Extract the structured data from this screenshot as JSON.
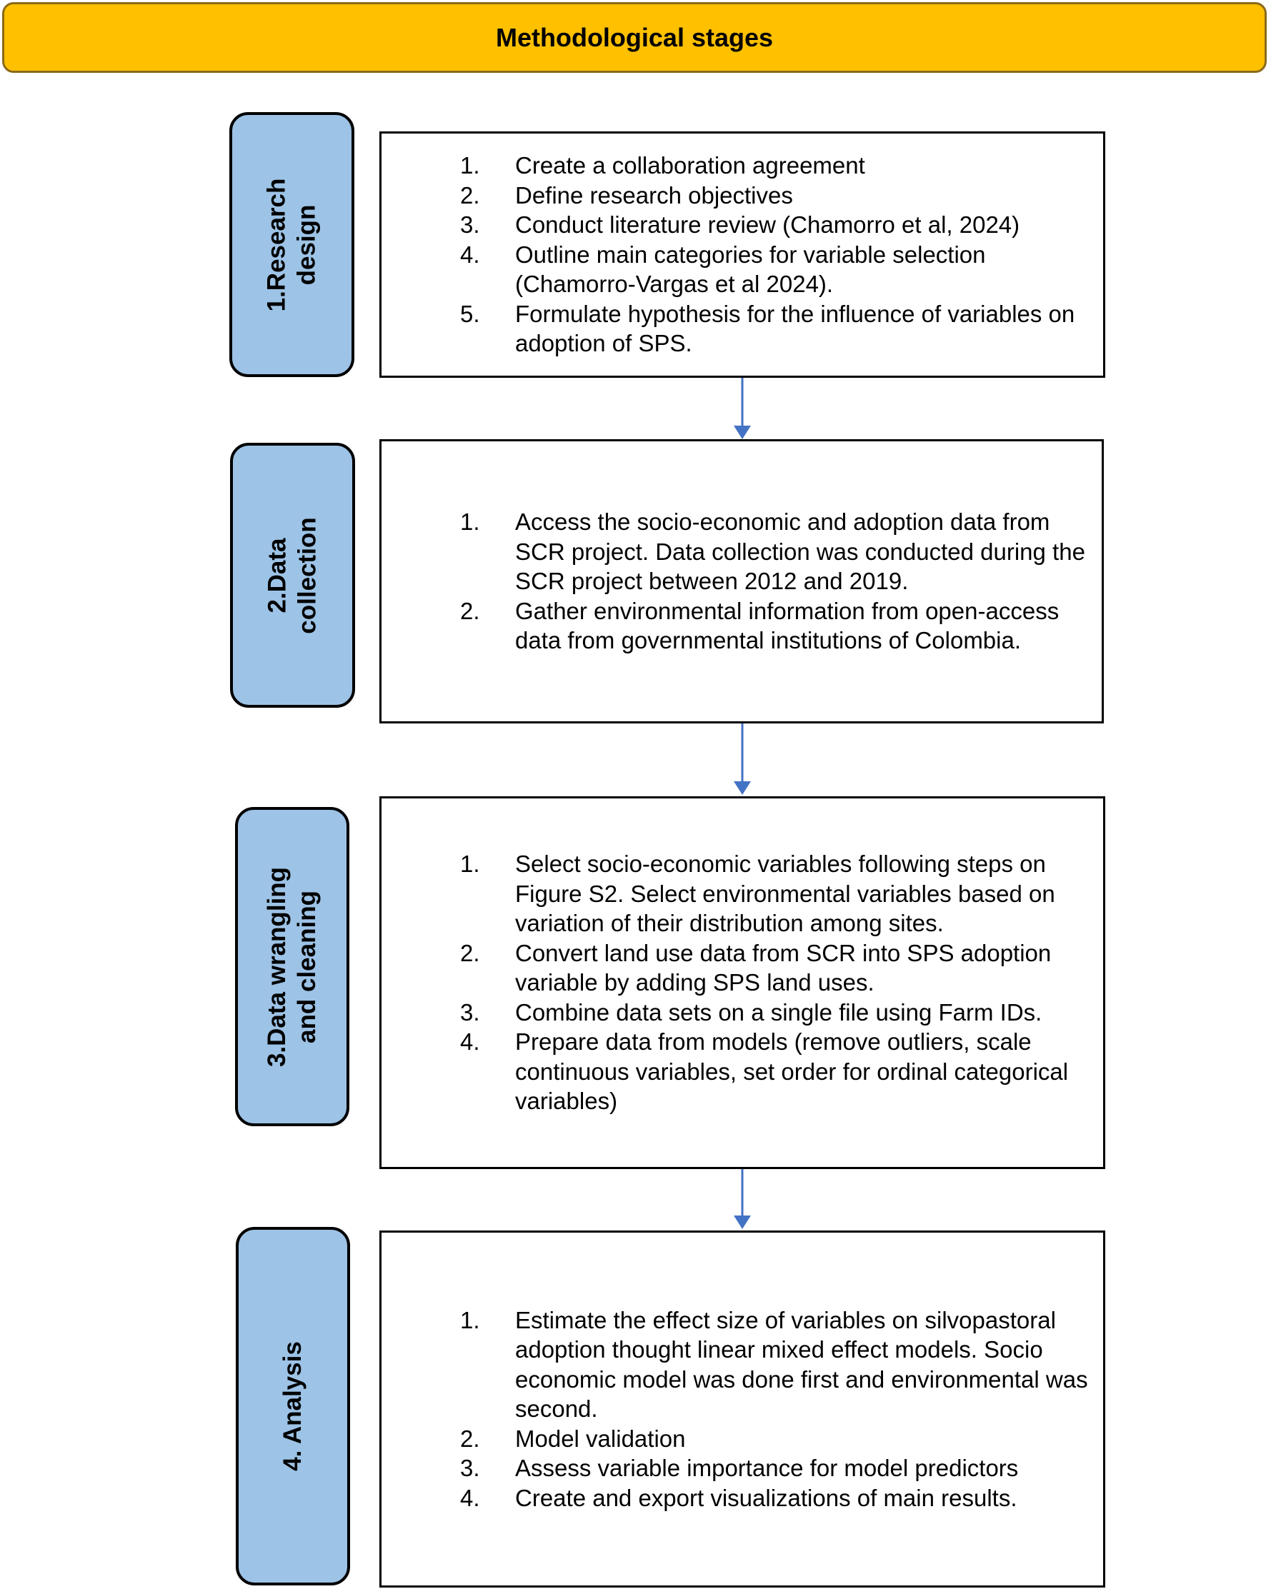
{
  "header": {
    "title": "Methodological stages"
  },
  "stages": [
    {
      "label_lines": [
        "1.Research",
        "design"
      ],
      "steps": [
        {
          "num": "1.",
          "text": "Create a collaboration agreement"
        },
        {
          "num": "2.",
          "text": "Define research objectives"
        },
        {
          "num": "3.",
          "text": "Conduct literature review (Chamorro et al, 2024)"
        },
        {
          "num": "4.",
          "text": "Outline main categories for variable selection (Chamorro-Vargas et al 2024)."
        },
        {
          "num": "5.",
          "text": "Formulate hypothesis for the influence of variables on adoption of SPS."
        }
      ]
    },
    {
      "label_lines": [
        "2.Data",
        "collection"
      ],
      "steps": [
        {
          "num": "1.",
          "text": "Access the socio-economic and adoption data from SCR project. Data collection was conducted during the SCR project between 2012 and 2019."
        },
        {
          "num": "2.",
          "text": "Gather environmental information from open-access data from governmental institutions of Colombia."
        }
      ]
    },
    {
      "label_lines": [
        "3.Data wrangling",
        "and cleaning"
      ],
      "steps": [
        {
          "num": "1.",
          "text": "Select socio-economic variables following steps on Figure S2.  Select environmental variables based on variation of their distribution among sites."
        },
        {
          "num": "2.",
          "text": "Convert land use data from SCR into SPS adoption variable by adding SPS land uses."
        },
        {
          "num": "3.",
          "text": "Combine data sets on a single file using Farm IDs."
        },
        {
          "num": "4.",
          "text": "Prepare data from models (remove outliers, scale continuous variables, set order for ordinal categorical variables)"
        }
      ]
    },
    {
      "label_lines": [
        "4. Analysis"
      ],
      "steps": [
        {
          "num": "1.",
          "text": "Estimate the effect size of variables on silvopastoral adoption thought linear mixed effect models. Socio economic model was done first and environmental was second."
        },
        {
          "num": "2.",
          "text": "Model validation"
        },
        {
          "num": "3.",
          "text": "Assess variable importance for model predictors"
        },
        {
          "num": "4.",
          "text": "Create and export visualizations of main results."
        }
      ]
    }
  ]
}
